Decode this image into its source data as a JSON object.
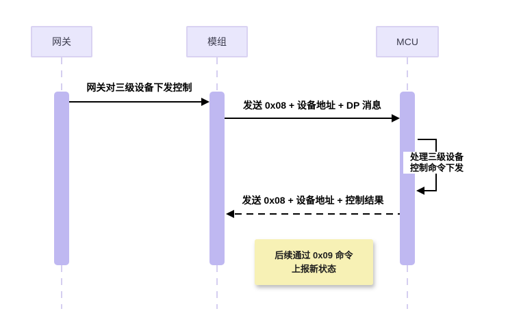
{
  "diagram": {
    "type": "sequence",
    "participants": [
      {
        "label": "网关"
      },
      {
        "label": "模组"
      },
      {
        "label": "MCU"
      }
    ],
    "messages": [
      {
        "from": "网关",
        "to": "模组",
        "line": "solid",
        "label": "网关对三级设备下发控制"
      },
      {
        "from": "模组",
        "to": "MCU",
        "line": "solid",
        "label": "发送 0x08 + 设备地址 + DP 消息"
      },
      {
        "from": "MCU",
        "to": "MCU",
        "line": "self",
        "label_line1": "处理三级设备",
        "label_line2": "控制命令下发"
      },
      {
        "from": "MCU",
        "to": "模组",
        "line": "dashed",
        "label": "发送 0x08 + 设备地址 + 控制结果"
      }
    ],
    "note": {
      "line1": "后续通过 0x09 命令",
      "line2": "上报新状态"
    },
    "colors": {
      "actor_fill": "#E9E7FC",
      "actor_border": "#D9D2F2",
      "activation_fill": "#BFB8F1",
      "lifeline": "#D5CEF0",
      "note_fill": "#F7F1B5",
      "arrow": "#000000"
    }
  }
}
